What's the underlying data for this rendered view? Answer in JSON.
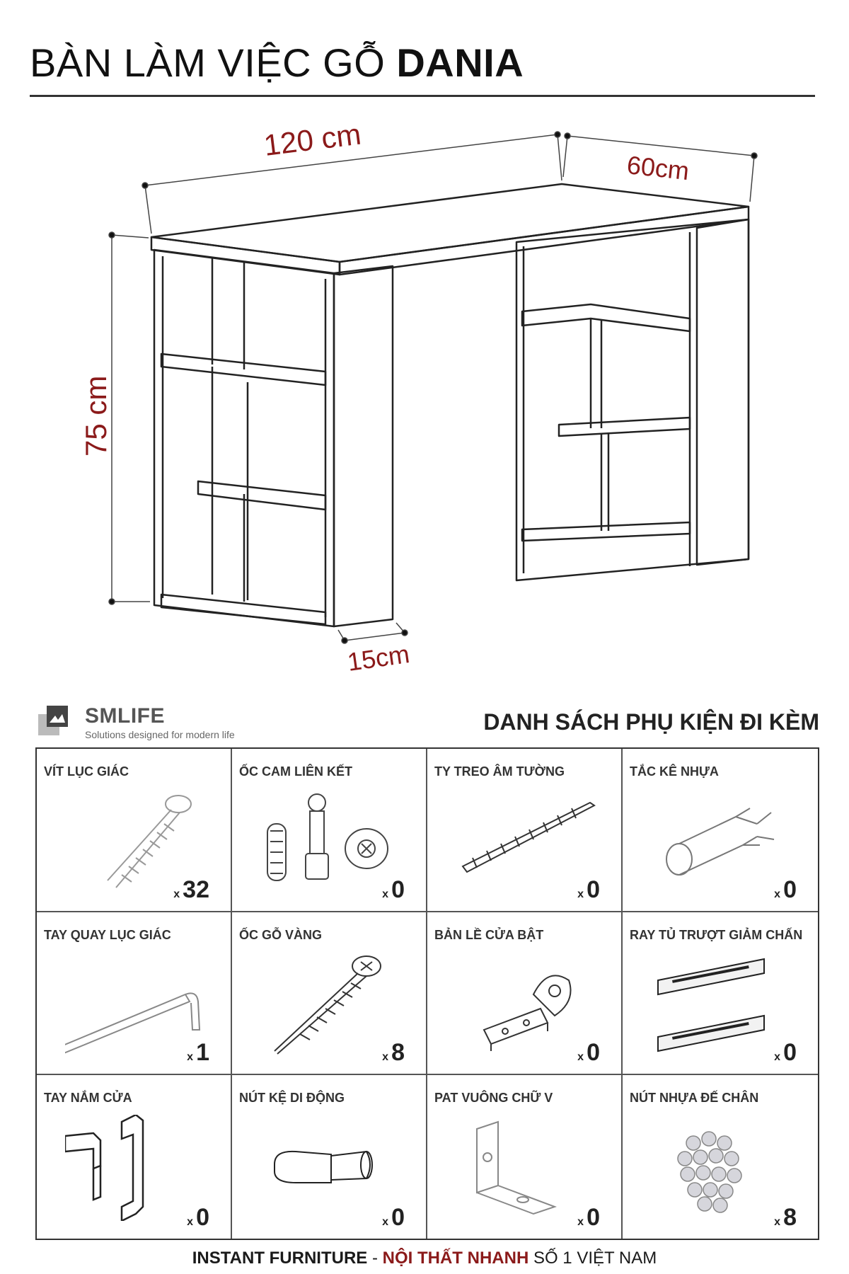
{
  "header": {
    "title_prefix": "BÀN LÀM VIỆC GỖ",
    "title_bold": "DANIA"
  },
  "dimensions": {
    "width": "120 cm",
    "depth": "60cm",
    "height": "75 cm",
    "leg": "15cm"
  },
  "brand": {
    "name": "SMLIFE",
    "tagline": "Solutions designed for modern life"
  },
  "accessories": {
    "title": "DANH SÁCH PHỤ KIỆN ĐI KÈM",
    "items": [
      {
        "label": "VÍT LỤC GIÁC",
        "qty": "32",
        "icon": "hex-screw-icon"
      },
      {
        "label": "ỐC CAM LIÊN KẾT",
        "qty": "0",
        "icon": "cam-lock-icon"
      },
      {
        "label": "TY TREO ÂM TƯỜNG",
        "qty": "0",
        "icon": "wall-hanger-bolt-icon"
      },
      {
        "label": "TẮC KÊ NHỰA",
        "qty": "0",
        "icon": "plastic-anchor-icon"
      },
      {
        "label": "TAY QUAY LỤC GIÁC",
        "qty": "1",
        "icon": "allen-key-icon"
      },
      {
        "label": "ỐC GỖ VÀNG",
        "qty": "8",
        "icon": "wood-screw-icon"
      },
      {
        "label": "BẢN LỀ CỬA BẬT",
        "qty": "0",
        "icon": "door-hinge-icon"
      },
      {
        "label": "RAY TỦ TRƯỢT GIẢM CHẤN",
        "qty": "0",
        "icon": "drawer-rail-icon"
      },
      {
        "label": "TAY NẮM CỬA",
        "qty": "0",
        "icon": "door-handle-icon"
      },
      {
        "label": "NÚT KỆ DI ĐỘNG",
        "qty": "0",
        "icon": "shelf-pin-icon"
      },
      {
        "label": "PAT VUÔNG CHỮ V",
        "qty": "0",
        "icon": "corner-bracket-icon"
      },
      {
        "label": "NÚT NHỰA ĐẾ CHÂN",
        "qty": "8",
        "icon": "plastic-feet-icon"
      }
    ],
    "qty_prefix": "x"
  },
  "footer": {
    "part1": "INSTANT FURNITURE",
    "sep": " - ",
    "part2": "NỘI THẤT NHANH",
    "part3": " SỐ 1 VIỆT NAM"
  },
  "colors": {
    "dimension_text": "#8b1a1a",
    "footer_accent": "#8b1a1a",
    "line": "#333333"
  }
}
